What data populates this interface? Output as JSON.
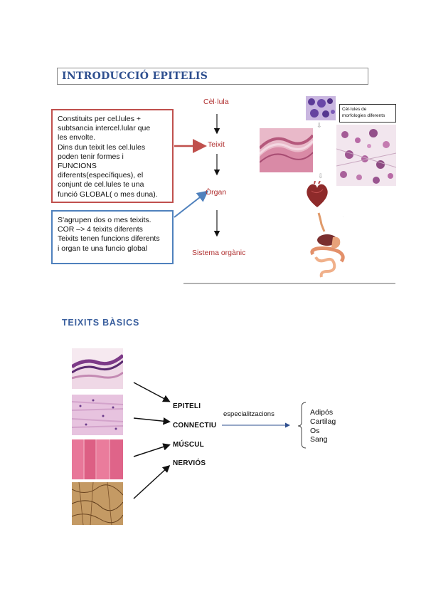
{
  "section1": {
    "title": "INTRODUCCIÓ EPITELIS",
    "red_note": [
      "Constituits per cel.lules +",
      "subtsancia intercel.lular que",
      "les envolte.",
      "Dins dun teixit les cel.lules",
      "poden tenir formes i",
      "FUNCIONS",
      "diferents(específiques), el",
      "conjunt de cel.lules te una",
      "funció GLOBAL( o mes duna)."
    ],
    "blue_note": [
      "S'agrupen dos o mes teixits.",
      "COR –> 4 teixits diferents",
      "Teixits tenen funcions diferents",
      "i organ te una funcio global"
    ],
    "flow": {
      "cellula": "Cèl·lula",
      "teixit": "Teixit",
      "organ": "Òrgan",
      "sistema": "Sistema orgànic"
    },
    "callout": [
      "Cèl·lules de",
      "morfologies diferents"
    ]
  },
  "section2": {
    "title": "TEIXITS BÀSICS",
    "tissues": [
      "EPITELI",
      "CONNECTIU",
      "MÚSCUL",
      "NERVIÓS"
    ],
    "arrow_label": "especialitzacions",
    "specializations": [
      "Adipós",
      "Cartilag",
      "Os",
      "Sang"
    ]
  },
  "colors": {
    "title": "#2e4f8f",
    "red_border": "#c0504d",
    "blue_border": "#4f81bd",
    "flow_text": "#b03030"
  }
}
